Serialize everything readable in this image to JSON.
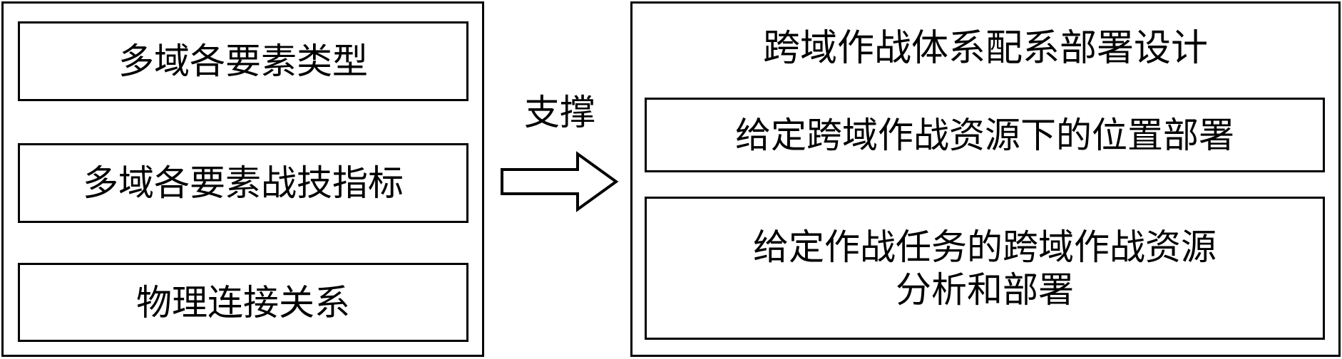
{
  "left_panel": {
    "items": [
      "多域各要素类型",
      "多域各要素战技指标",
      "物理连接关系"
    ]
  },
  "connector": {
    "label": "支撑"
  },
  "right_panel": {
    "title": "跨域作战体系配系部署设计",
    "items": [
      {
        "lines": [
          "给定跨域作战资源下的位置部署"
        ]
      },
      {
        "lines": [
          "给定作战任务的跨域作战资源",
          "分析和部署"
        ]
      }
    ]
  }
}
